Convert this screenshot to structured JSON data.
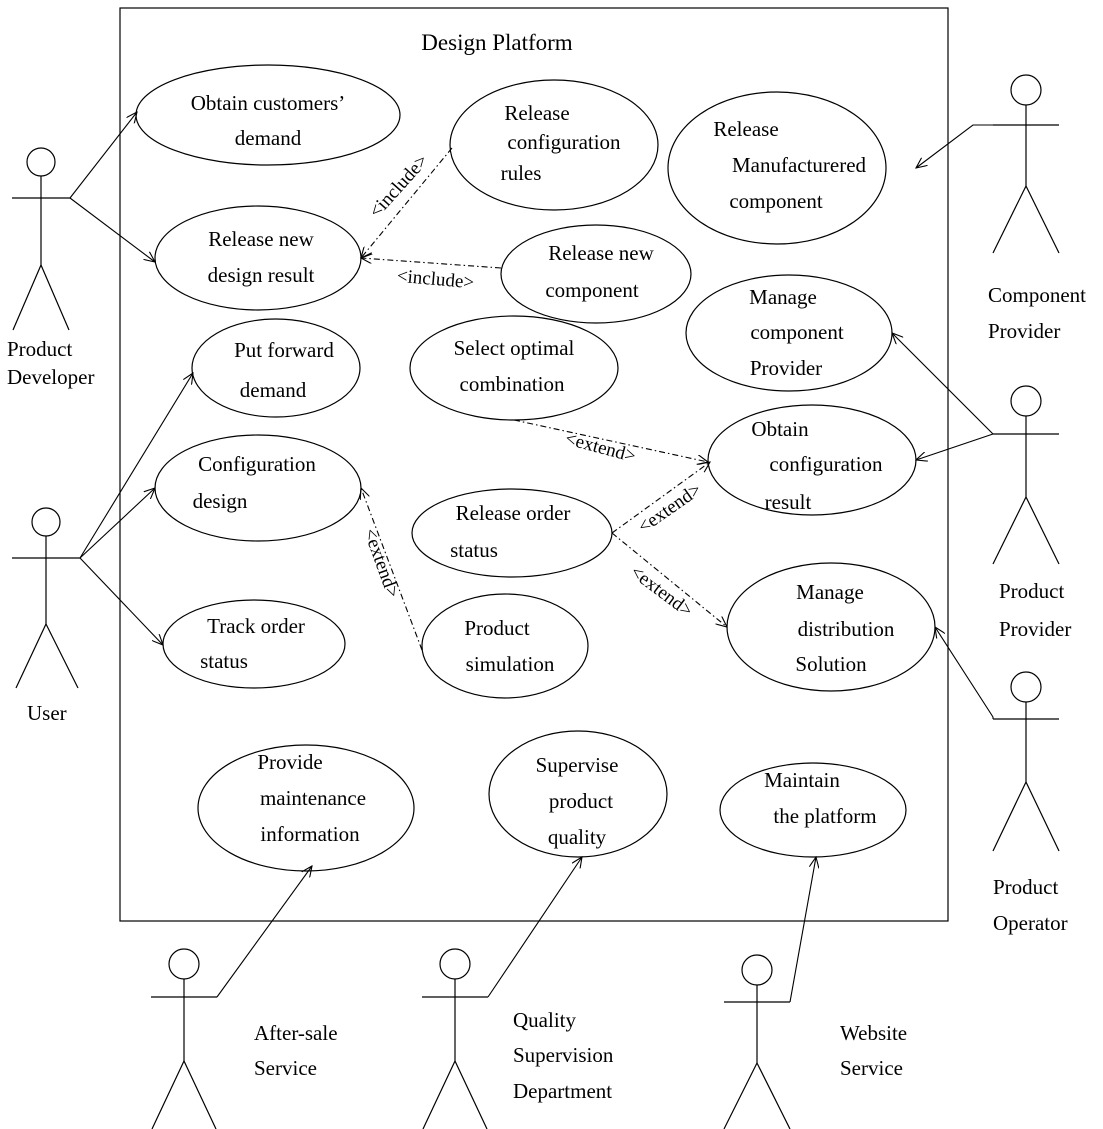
{
  "system": {
    "title": "Design Platform"
  },
  "use_cases": {
    "obtain_demand": [
      "Obtain customers’",
      "demand"
    ],
    "release_design": [
      "Release new",
      "design result"
    ],
    "release_rules": [
      "Release",
      "configuration",
      "rules"
    ],
    "release_component": [
      "Release new",
      "component"
    ],
    "release_manufactured": [
      "Release",
      "Manufacturered",
      "component"
    ],
    "manage_provider": [
      "Manage",
      "component",
      "Provider"
    ],
    "put_forward": [
      "Put forward",
      "demand"
    ],
    "select_optimal": [
      "Select optimal",
      "combination"
    ],
    "obtain_result": [
      "Obtain",
      "configuration",
      "result"
    ],
    "config_design": [
      "Configuration",
      "design"
    ],
    "release_order": [
      "Release order",
      "status"
    ],
    "manage_distribution": [
      "Manage",
      "distribution",
      "Solution"
    ],
    "track_order": [
      "Track order",
      "status"
    ],
    "product_simulation": [
      "Product",
      "simulation"
    ],
    "provide_maintenance": [
      "Provide",
      "maintenance",
      "information"
    ],
    "supervise_quality": [
      "Supervise",
      "product",
      "quality"
    ],
    "maintain_platform": [
      "Maintain",
      "the platform"
    ]
  },
  "actors": {
    "product_developer": [
      "Product",
      "Developer"
    ],
    "user": [
      "User"
    ],
    "component_provider": [
      "Component",
      "Provider"
    ],
    "product_provider": [
      "Product",
      "Provider"
    ],
    "product_operator": [
      "Product",
      "Operator"
    ],
    "after_sale": [
      "After-sale",
      "Service"
    ],
    "quality_dept": [
      "Quality",
      "Supervision",
      "Department"
    ],
    "website_service": [
      "Website",
      "Service"
    ]
  },
  "relations": {
    "include": "<include>",
    "extend": "<extend>"
  }
}
